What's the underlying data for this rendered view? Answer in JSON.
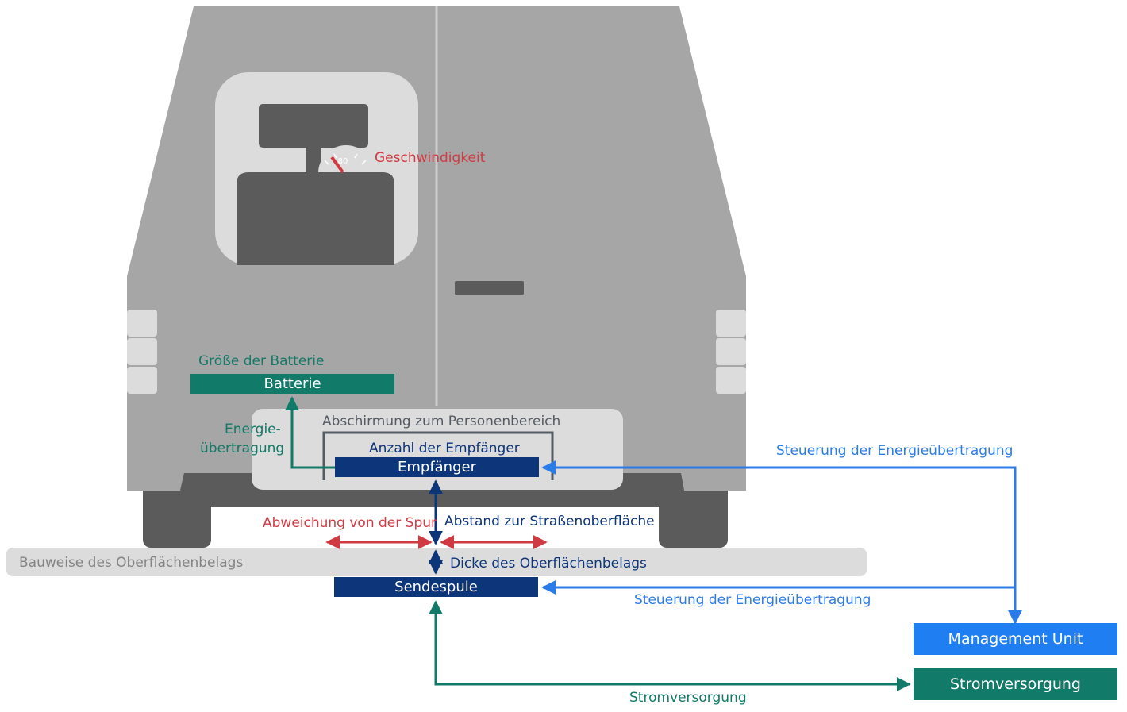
{
  "labels": {
    "speed": "Geschwindigkeit",
    "speedometer_value": "80",
    "battery_size": "Größe der Batterie",
    "energy_transfer_line1": "Energie-",
    "energy_transfer_line2": "übertragung",
    "shielding": "Abschirmung zum Personenbereich",
    "receiver_count": "Anzahl der Empfänger",
    "lane_deviation": "Abweichung von der Spur",
    "road_distance": "Abstand zur Straßenoberfläche",
    "surface_construction": "Bauweise des Oberflächenbelags",
    "surface_thickness": "Dicke des Oberflächenbelags",
    "control_top": "Steuerung der Energieübertragung",
    "control_bottom": "Steuerung der Energieübertragung",
    "power_supply_line": "Stromversorgung"
  },
  "boxes": {
    "battery": "Batterie",
    "receiver": "Empfänger",
    "transmitter": "Sendespule",
    "management": "Management Unit",
    "power_supply": "Stromversorgung"
  },
  "colors": {
    "red": "#d03a42",
    "green": "#127a68",
    "navy": "#0d357a",
    "blue": "#2b7be8",
    "mgmt_box": "#1f7ef2",
    "body_grey": "#a6a6a6",
    "dark_grey": "#5b5b5b",
    "light_panel": "#dcdcdc"
  }
}
